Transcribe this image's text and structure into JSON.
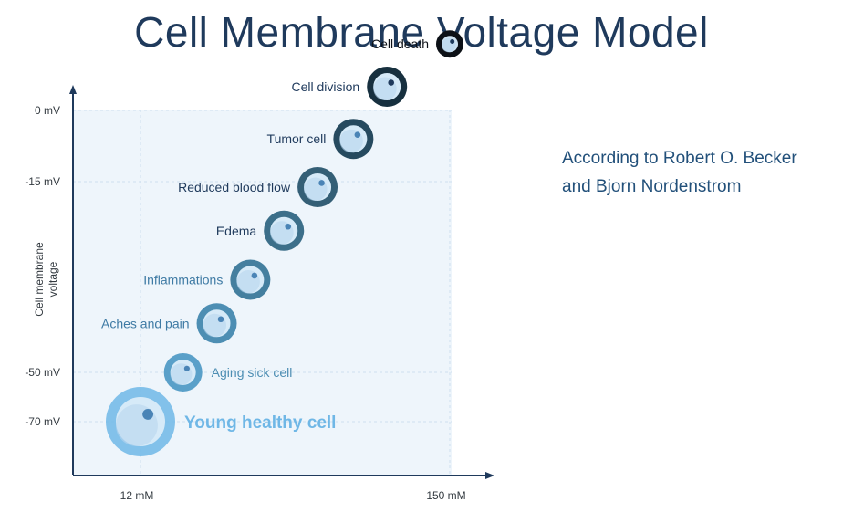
{
  "title": "Cell Membrane Voltage Model",
  "side_note": {
    "line1": "According to Robert O. Becker",
    "line2": "and Bjorn Nordenstrom"
  },
  "colors": {
    "title": "#1f3a5c",
    "axis": "#1f3a5c",
    "plot_bg": "#eef5fb",
    "gridline": "#cfe0ef",
    "young": "#6fb7e6",
    "dark": "#0d1117"
  },
  "chart_data": {
    "type": "scatter",
    "ylabel": "Cell membrane voltage",
    "xlabel": "",
    "y_ticks": [
      {
        "value": 0,
        "label": "0 mV"
      },
      {
        "value": -15,
        "label": "-15 mV"
      },
      {
        "value": -50,
        "label": "-50 mV"
      },
      {
        "value": -70,
        "label": "-70 mV"
      }
    ],
    "x_ticks": [
      {
        "value": 12,
        "label": "12 mM"
      },
      {
        "value": 150,
        "label": "150 mM"
      }
    ],
    "points": [
      {
        "label": "Young healthy cell",
        "x": 12,
        "y": -70,
        "color": "#6fb7e6"
      },
      {
        "label": "Aging sick cell",
        "x": 31,
        "y": -50,
        "color": "#5aa0c9"
      },
      {
        "label": "Aches and pain",
        "x": 46,
        "y": -41,
        "color": "#4d8eb3"
      },
      {
        "label": "Inflammations",
        "x": 61,
        "y": -33,
        "color": "#447f9f"
      },
      {
        "label": "Edema",
        "x": 76,
        "y": -24,
        "color": "#3c6f8a"
      },
      {
        "label": "Reduced blood flow",
        "x": 91,
        "y": -16,
        "color": "#345f76"
      },
      {
        "label": "Tumor cell",
        "x": 107,
        "y": -6,
        "color": "#264a5f"
      },
      {
        "label": "Cell division",
        "x": 122,
        "y": 5,
        "color": "#17303f"
      },
      {
        "label": "Cell death",
        "x": 150,
        "y": 14,
        "color": "#0d1117"
      }
    ]
  }
}
